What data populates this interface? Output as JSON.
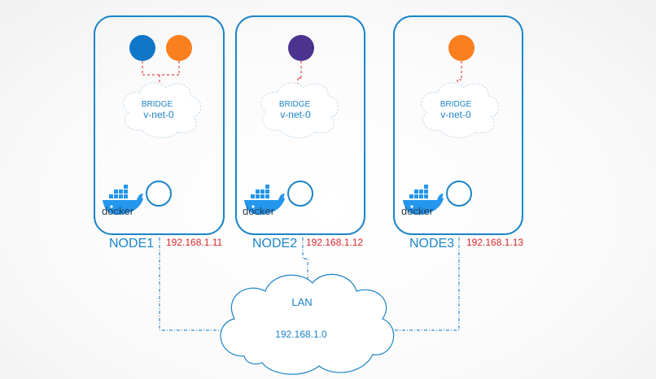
{
  "nodes": [
    {
      "name": "NODE1",
      "ip": "192.168.1.11",
      "bridge_title": "BRIDGE",
      "bridge_net": "v-net-0",
      "docker_label": "docker",
      "pods": [
        {
          "color": "#1077c8"
        },
        {
          "color": "#fa7f1e"
        }
      ]
    },
    {
      "name": "NODE2",
      "ip": "192.168.1.12",
      "bridge_title": "BRIDGE",
      "bridge_net": "v-net-0",
      "docker_label": "docker",
      "pods": [
        {
          "color": "#4b338f"
        }
      ]
    },
    {
      "name": "NODE3",
      "ip": "192.168.1.13",
      "bridge_title": "BRIDGE",
      "bridge_net": "v-net-0",
      "docker_label": "docker",
      "pods": [
        {
          "color": "#fa7f1e"
        }
      ]
    }
  ],
  "lan": {
    "label": "LAN",
    "subnet": "192.168.1.0"
  },
  "colors": {
    "accent": "#1b84c8",
    "ip_red": "#d6262c",
    "link_red": "#e6464b",
    "docker_blue": "#2496ed"
  }
}
